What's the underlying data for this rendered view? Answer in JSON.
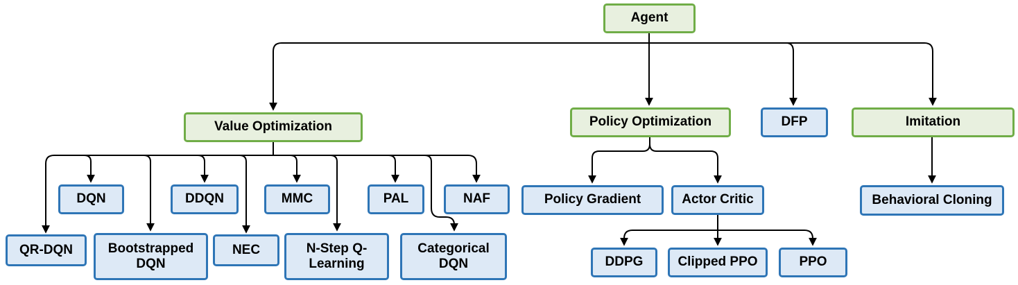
{
  "diagram": {
    "kind": "flowchart-taxonomy",
    "colors": {
      "green_border": "#70AD47",
      "green_fill": "#E8F0DF",
      "blue_border": "#2E75B6",
      "blue_fill": "#DDE9F6",
      "line": "#000000",
      "text": "#000000"
    },
    "nodes": {
      "agent": {
        "label": "Agent",
        "style": "green"
      },
      "value_optimization": {
        "label": "Value Optimization",
        "style": "green"
      },
      "policy_optimization": {
        "label": "Policy Optimization",
        "style": "green"
      },
      "dfp": {
        "label": "DFP",
        "style": "blue"
      },
      "imitation": {
        "label": "Imitation",
        "style": "green"
      },
      "dqn": {
        "label": "DQN",
        "style": "blue"
      },
      "ddqn": {
        "label": "DDQN",
        "style": "blue"
      },
      "mmc": {
        "label": "MMC",
        "style": "blue"
      },
      "pal": {
        "label": "PAL",
        "style": "blue"
      },
      "naf": {
        "label": "NAF",
        "style": "blue"
      },
      "qr_dqn": {
        "label": "QR-DQN",
        "style": "blue"
      },
      "bootstrapped_dqn": {
        "label": "Bootstrapped DQN",
        "style": "blue"
      },
      "nec": {
        "label": "NEC",
        "style": "blue"
      },
      "n_step_q_learning": {
        "label": "N-Step Q-Learning",
        "style": "blue"
      },
      "categorical_dqn": {
        "label": "Categorical DQN",
        "style": "blue"
      },
      "policy_gradient": {
        "label": "Policy Gradient",
        "style": "blue"
      },
      "actor_critic": {
        "label": "Actor Critic",
        "style": "blue"
      },
      "behavioral_cloning": {
        "label": "Behavioral Cloning",
        "style": "blue"
      },
      "ddpg": {
        "label": "DDPG",
        "style": "blue"
      },
      "clipped_ppo": {
        "label": "Clipped PPO",
        "style": "blue"
      },
      "ppo": {
        "label": "PPO",
        "style": "blue"
      }
    },
    "edges": [
      "agent -> value_optimization",
      "agent -> policy_optimization",
      "agent -> dfp",
      "agent -> imitation",
      "value_optimization -> qr_dqn",
      "value_optimization -> dqn",
      "value_optimization -> bootstrapped_dqn",
      "value_optimization -> ddqn",
      "value_optimization -> nec",
      "value_optimization -> mmc",
      "value_optimization -> n_step_q_learning",
      "value_optimization -> pal",
      "value_optimization -> categorical_dqn",
      "value_optimization -> naf",
      "policy_optimization -> policy_gradient",
      "policy_optimization -> actor_critic",
      "actor_critic -> ddpg",
      "actor_critic -> clipped_ppo",
      "actor_critic -> ppo",
      "imitation -> behavioral_cloning"
    ]
  }
}
